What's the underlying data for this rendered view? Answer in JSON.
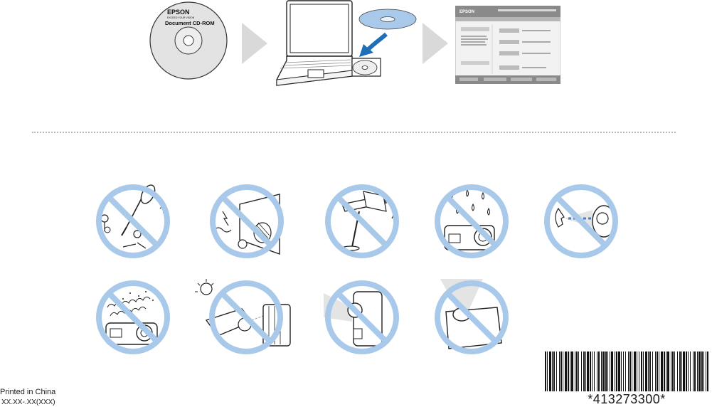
{
  "cd": {
    "brand": "EPSON",
    "subtitle": "EXCEED YOUR VISION",
    "label": "Document CD-ROM"
  },
  "screenshot_brand": "EPSON",
  "footer": {
    "printed": "Printed in China",
    "code": "XX.XX-.XX(XXX)"
  },
  "barcode": {
    "text": "*413273300*"
  },
  "colors": {
    "prohibit": "#a9c9ea",
    "arrow": "#d9d9d9",
    "line": "#222222"
  },
  "warnings": [
    {
      "icon": "no-disassembly-icon"
    },
    {
      "icon": "no-foreign-objects-icon"
    },
    {
      "icon": "no-unstable-surface-icon"
    },
    {
      "icon": "no-water-icon"
    },
    {
      "icon": "no-looking-into-lens-icon"
    },
    {
      "icon": "no-dust-icon"
    },
    {
      "icon": "no-heat-source-icon"
    },
    {
      "icon": "no-vertical-placement-icon"
    },
    {
      "icon": "no-tilted-placement-icon"
    }
  ]
}
